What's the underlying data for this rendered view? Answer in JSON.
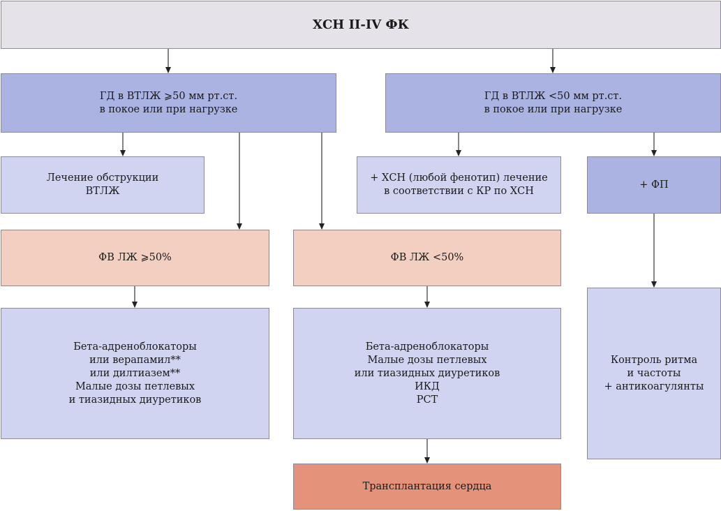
{
  "nodes": {
    "root": "ХСН II-IV ФК",
    "gd_high": "ГД в ВТЛЖ ⩾50 мм рт.ст.\nв покое или при нагрузке",
    "gd_low": "ГД в ВТЛЖ <50 мм рт.ст.\nв покое или при нагрузке",
    "obstruction": "Лечение обструкции\nВТЛЖ",
    "hf_any": "+ ХСН (любой фенотип) лечение\nв соответствии с КР по ХСН",
    "af": "+ ФП",
    "ef_high": "ФВ ЛЖ ⩾50%",
    "ef_low": "ФВ ЛЖ <50%",
    "tx_high": "Бета-адреноблокаторы\nили верапамил**\nили дилтиазем**\nМалые дозы петлевых\nи тиазидных диуретиков",
    "tx_low": "Бета-адреноблокаторы\nМалые дозы петлевых\nили тиазидных диуретиков\nИКД\nРСТ",
    "af_tx": "Контроль ритма\nи частоты\n+  антикоагулянты",
    "transplant": "Трансплантация сердца"
  },
  "colors": {
    "top": "#e6e2ea",
    "blue": "#abb3e2",
    "lavender": "#d0d4f0",
    "peach": "#f3cfc2",
    "salmon": "#e4937a"
  }
}
